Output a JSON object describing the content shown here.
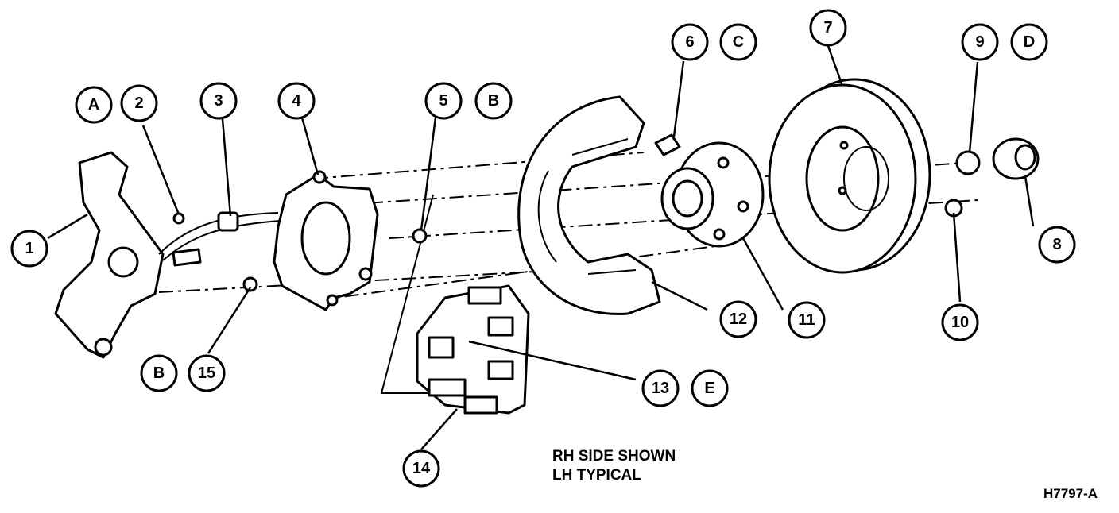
{
  "callouts": [
    {
      "label": "A"
    },
    {
      "label": "2"
    },
    {
      "label": "3"
    },
    {
      "label": "4"
    },
    {
      "label": "5"
    },
    {
      "label": "B"
    },
    {
      "label": "6"
    },
    {
      "label": "C"
    },
    {
      "label": "7"
    },
    {
      "label": "9"
    },
    {
      "label": "D"
    },
    {
      "label": "1"
    },
    {
      "label": "8"
    },
    {
      "label": "12"
    },
    {
      "label": "11"
    },
    {
      "label": "10"
    },
    {
      "label": "B"
    },
    {
      "label": "15"
    },
    {
      "label": "13"
    },
    {
      "label": "E"
    },
    {
      "label": "14"
    }
  ],
  "notes": {
    "line1": "RH SIDE SHOWN",
    "line2": "LH TYPICAL",
    "figure_code": "H7797-A"
  }
}
